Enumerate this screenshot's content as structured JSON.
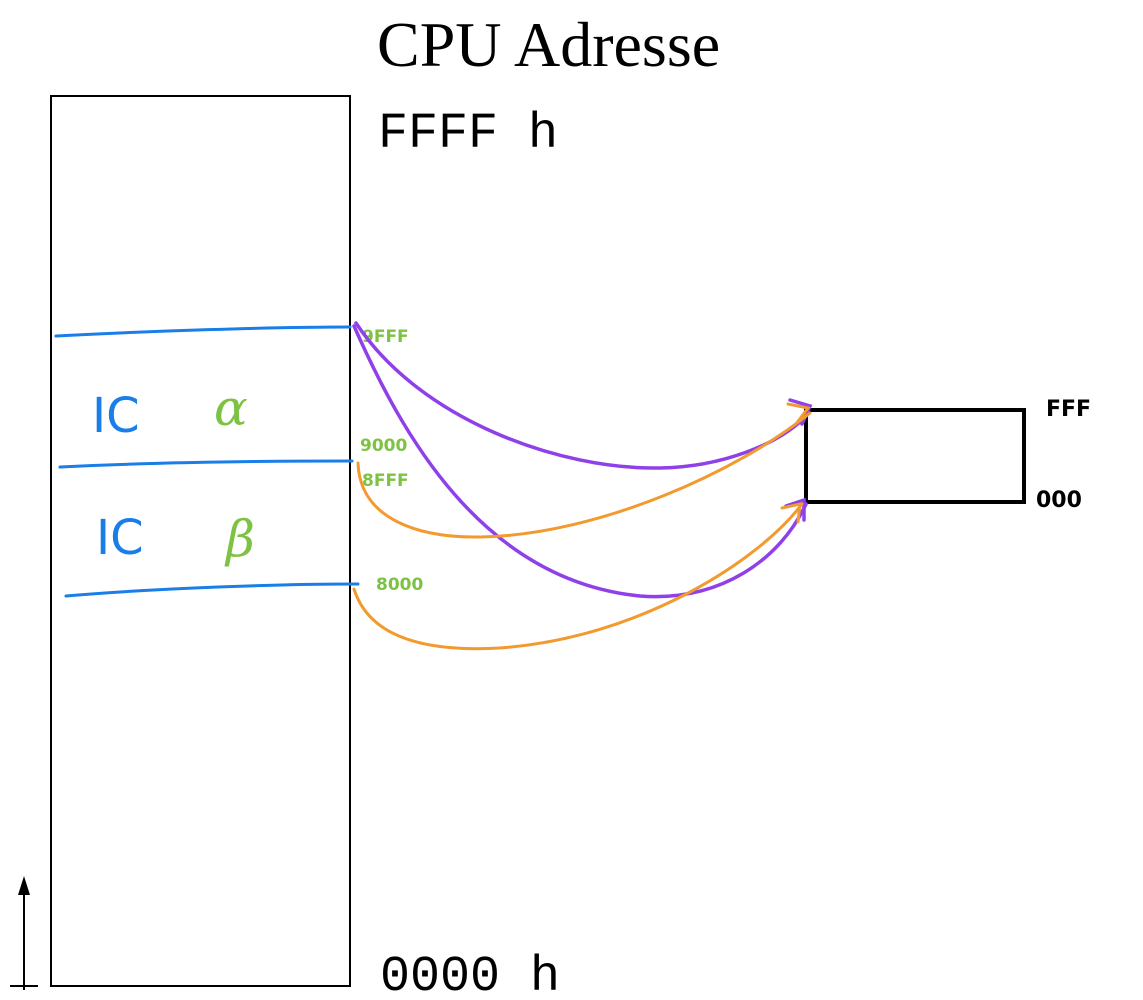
{
  "title": "CPU Adresse",
  "cpu_address_space": {
    "top_address": "FFFF h",
    "bottom_address": "0000 h"
  },
  "regions": [
    {
      "name": "IC α",
      "ic_text": "IC",
      "greek": "α",
      "upper_address": "9FFF",
      "lower_address": "9000"
    },
    {
      "name": "IC β",
      "ic_text": "IC",
      "greek": "β",
      "upper_address": "8FFF",
      "lower_address": "8000"
    }
  ],
  "ic_memory": {
    "top_address": "FFF",
    "bottom_address": "000"
  },
  "colors": {
    "region_lines": "#1a7ee8",
    "region_addresses": "#7dc242",
    "ic_alpha_mapping": "#9040e8",
    "ic_beta_mapping": "#f29a2e"
  }
}
